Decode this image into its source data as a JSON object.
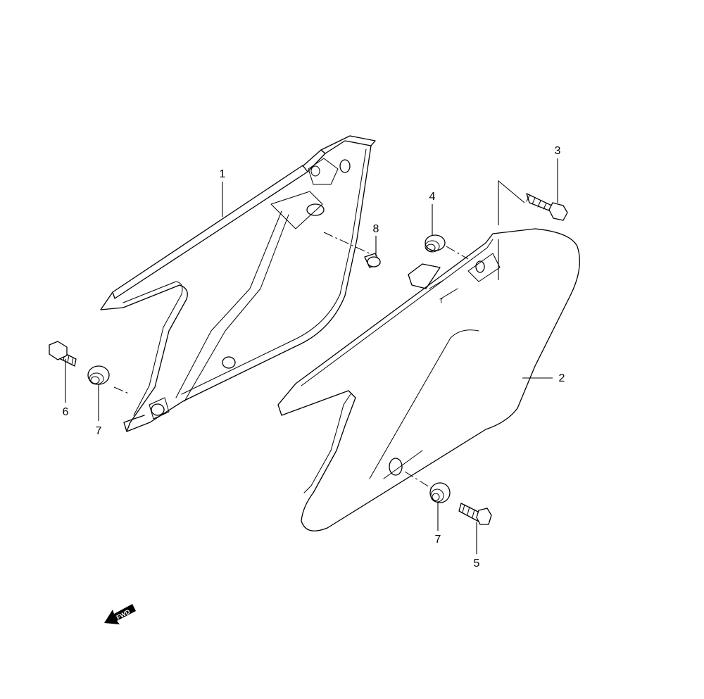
{
  "diagram": {
    "callouts": [
      {
        "id": "c1",
        "label": "1"
      },
      {
        "id": "c2",
        "label": "2"
      },
      {
        "id": "c3",
        "label": "3"
      },
      {
        "id": "c4",
        "label": "4"
      },
      {
        "id": "c5",
        "label": "5"
      },
      {
        "id": "c6",
        "label": "6"
      },
      {
        "id": "c7a",
        "label": "7"
      },
      {
        "id": "c7b",
        "label": "7"
      },
      {
        "id": "c8",
        "label": "8"
      }
    ],
    "fwd_label": "FWD"
  }
}
